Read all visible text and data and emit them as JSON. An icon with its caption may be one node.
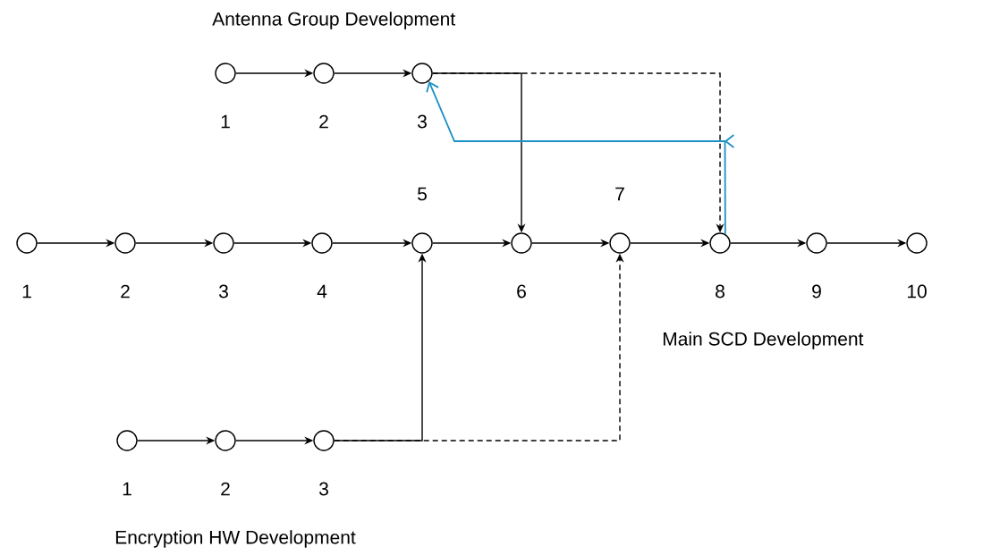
{
  "diagram": {
    "nodes": [
      {
        "text": [],
        "shape": "circle",
        "beside": [
          "1"
        ]
      },
      {
        "text": [],
        "shape": "circle",
        "beside": [
          "2"
        ]
      },
      {
        "text": [],
        "shape": "circle",
        "beside": [
          "3"
        ]
      },
      {
        "text": [],
        "shape": "circle",
        "beside": [
          "1"
        ]
      },
      {
        "text": [],
        "shape": "circle",
        "beside": [
          "2"
        ]
      },
      {
        "text": [],
        "shape": "circle",
        "beside": [
          "3"
        ]
      },
      {
        "text": [],
        "shape": "circle",
        "beside": [
          "4"
        ]
      },
      {
        "text": [],
        "shape": "circle",
        "beside": [
          "5"
        ]
      },
      {
        "text": [],
        "shape": "circle",
        "beside": [
          "6"
        ]
      },
      {
        "text": [],
        "shape": "circle",
        "beside": [
          "7"
        ]
      },
      {
        "text": [],
        "shape": "circle",
        "beside": [
          "8"
        ]
      },
      {
        "text": [],
        "shape": "circle",
        "beside": [
          "9"
        ]
      },
      {
        "text": [],
        "shape": "circle",
        "beside": [
          "10"
        ]
      },
      {
        "text": [],
        "shape": "circle",
        "beside": [
          "1"
        ]
      },
      {
        "text": [],
        "shape": "circle",
        "beside": [
          "2"
        ]
      },
      {
        "text": [],
        "shape": "circle",
        "beside": [
          "3"
        ]
      }
    ],
    "edges": [
      {
        "from": 0,
        "to": 1,
        "arrow": "to"
      },
      {
        "from": 1,
        "to": 2,
        "arrow": "to"
      },
      {
        "from": 2,
        "to": 8,
        "arrow": "to"
      },
      {
        "from": 2,
        "to": 10,
        "arrow": "to",
        "style": "dashed"
      },
      {
        "from": 3,
        "to": 4,
        "arrow": "to"
      },
      {
        "from": 4,
        "to": 5,
        "arrow": "to"
      },
      {
        "from": 5,
        "to": 6,
        "arrow": "to"
      },
      {
        "from": 6,
        "to": 7,
        "arrow": "to"
      },
      {
        "from": 7,
        "to": 8,
        "arrow": "to"
      },
      {
        "from": 8,
        "to": 9,
        "arrow": "to"
      },
      {
        "from": 9,
        "to": 10,
        "arrow": "to"
      },
      {
        "from": 10,
        "to": 11,
        "arrow": "to"
      },
      {
        "from": 11,
        "to": 12,
        "arrow": "to"
      },
      {
        "from": 13,
        "to": 14,
        "arrow": "to"
      },
      {
        "from": 14,
        "to": 15,
        "arrow": "to"
      },
      {
        "from": 15,
        "to": 7,
        "arrow": "to"
      },
      {
        "from": 15,
        "to": 9,
        "arrow": "to",
        "style": "dashed"
      },
      {
        "from": 10,
        "to": 2,
        "arrow": "to",
        "color": "#1a90c4"
      }
    ],
    "labels": [
      "Antenna Group Development",
      "Main SCD Development",
      "Encryption HW Development"
    ]
  }
}
